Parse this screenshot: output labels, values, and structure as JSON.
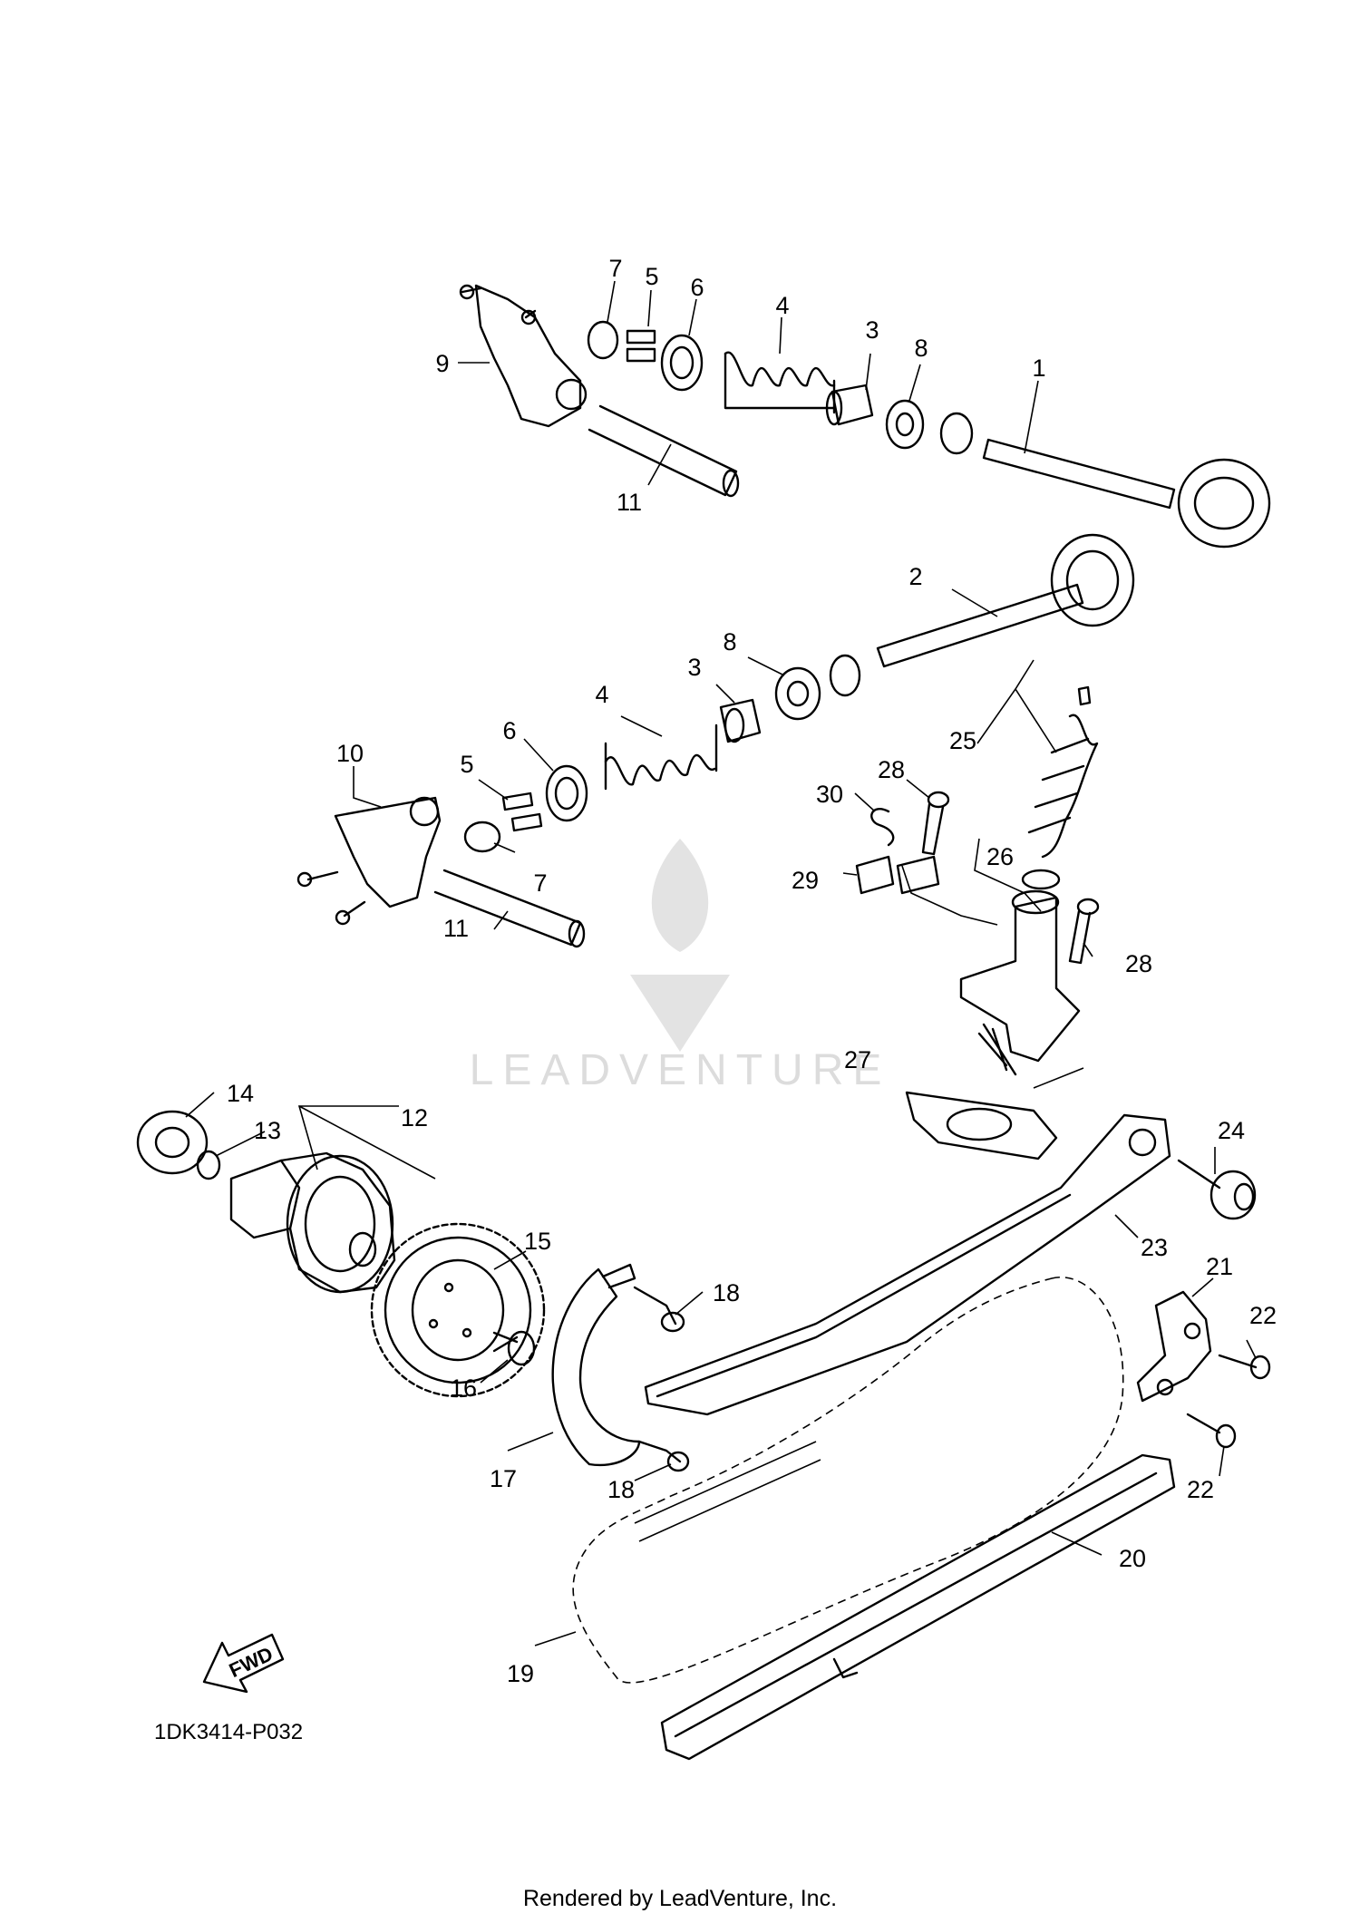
{
  "callouts": [
    {
      "id": "c1",
      "label": "1"
    },
    {
      "id": "c2",
      "label": "2"
    },
    {
      "id": "c3a",
      "label": "3"
    },
    {
      "id": "c3b",
      "label": "3"
    },
    {
      "id": "c4a",
      "label": "4"
    },
    {
      "id": "c4b",
      "label": "4"
    },
    {
      "id": "c5a",
      "label": "5"
    },
    {
      "id": "c5b",
      "label": "5"
    },
    {
      "id": "c6a",
      "label": "6"
    },
    {
      "id": "c6b",
      "label": "6"
    },
    {
      "id": "c7a",
      "label": "7"
    },
    {
      "id": "c7b",
      "label": "7"
    },
    {
      "id": "c8a",
      "label": "8"
    },
    {
      "id": "c8b",
      "label": "8"
    },
    {
      "id": "c9",
      "label": "9"
    },
    {
      "id": "c10",
      "label": "10"
    },
    {
      "id": "c11a",
      "label": "11"
    },
    {
      "id": "c11b",
      "label": "11"
    },
    {
      "id": "c12",
      "label": "12"
    },
    {
      "id": "c13",
      "label": "13"
    },
    {
      "id": "c14",
      "label": "14"
    },
    {
      "id": "c15",
      "label": "15"
    },
    {
      "id": "c16",
      "label": "16"
    },
    {
      "id": "c17",
      "label": "17"
    },
    {
      "id": "c18a",
      "label": "18"
    },
    {
      "id": "c18b",
      "label": "18"
    },
    {
      "id": "c19",
      "label": "19"
    },
    {
      "id": "c20",
      "label": "20"
    },
    {
      "id": "c21",
      "label": "21"
    },
    {
      "id": "c22a",
      "label": "22"
    },
    {
      "id": "c22b",
      "label": "22"
    },
    {
      "id": "c23",
      "label": "23"
    },
    {
      "id": "c24",
      "label": "24"
    },
    {
      "id": "c25",
      "label": "25"
    },
    {
      "id": "c26",
      "label": "26"
    },
    {
      "id": "c27",
      "label": "27"
    },
    {
      "id": "c28a",
      "label": "28"
    },
    {
      "id": "c28b",
      "label": "28"
    },
    {
      "id": "c29",
      "label": "29"
    },
    {
      "id": "c30",
      "label": "30"
    }
  ],
  "diagram_code": "1DK3414-P032",
  "fwd_label": "FWD",
  "watermark": "LEADVENTURE",
  "footer": "Rendered by LeadVenture, Inc."
}
